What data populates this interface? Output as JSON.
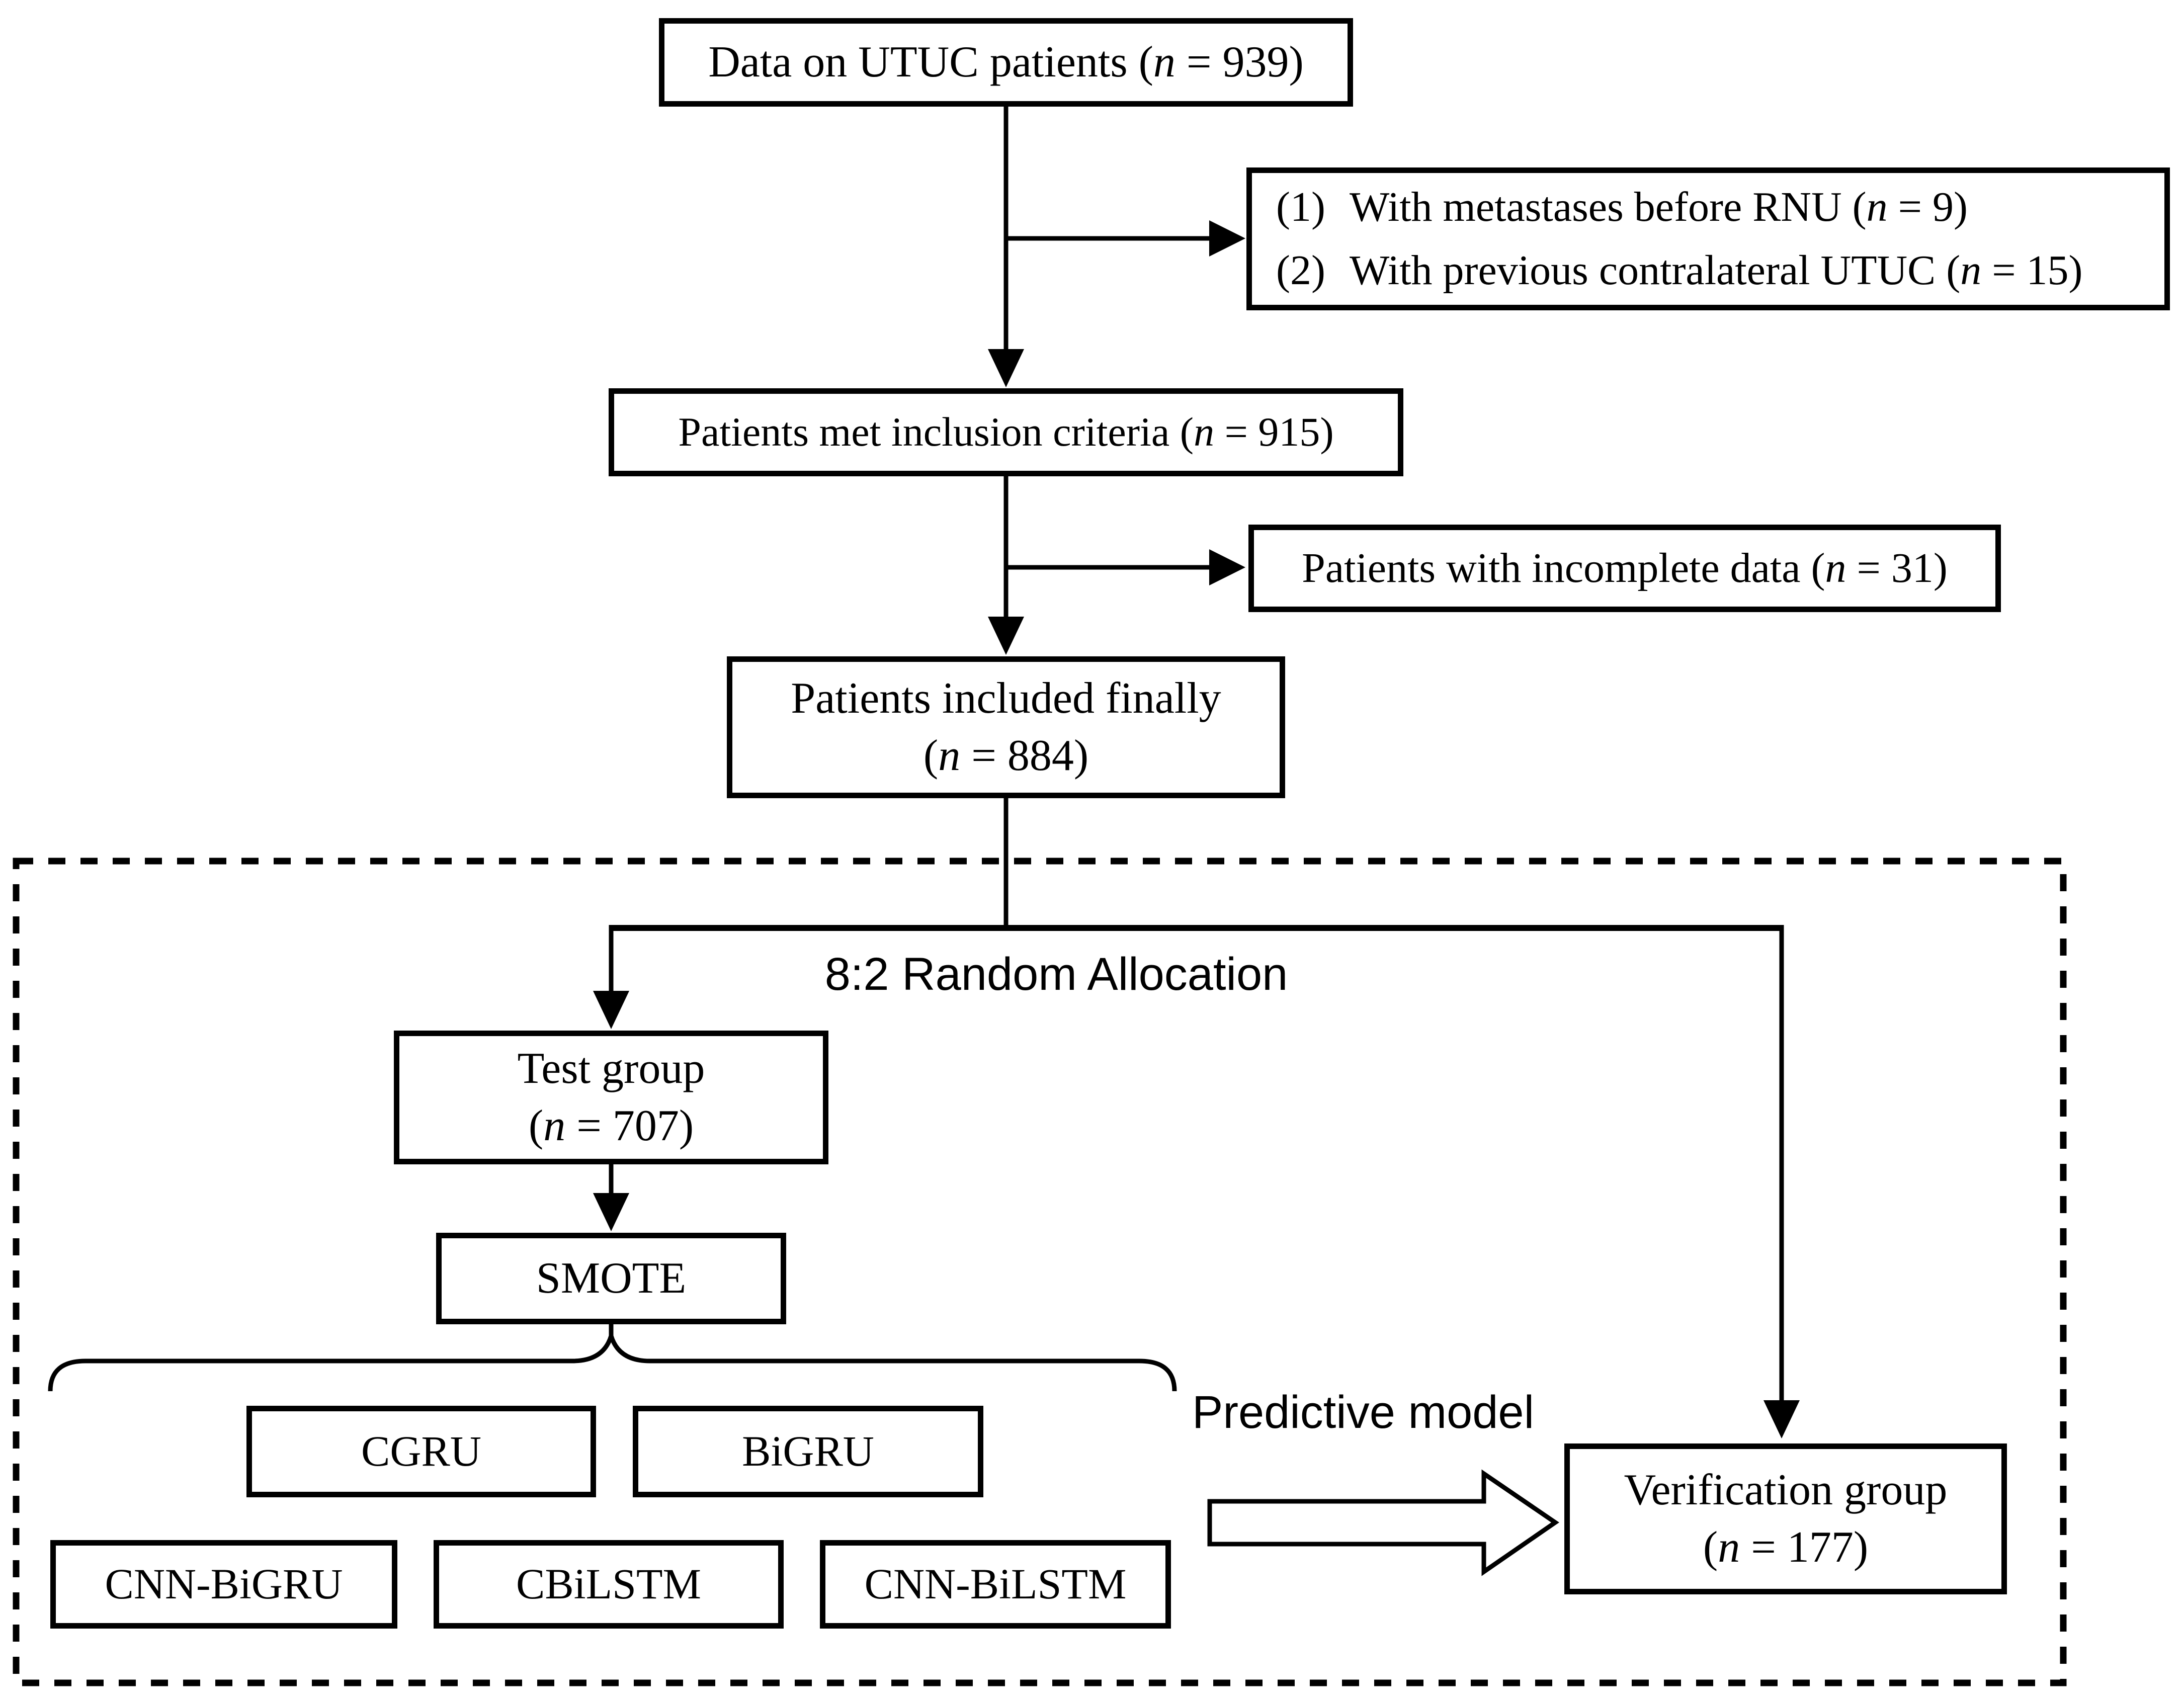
{
  "figure": {
    "background": "#ffffff",
    "line_color": "#000000"
  },
  "boxes": {
    "data_patients": {
      "pre": "Data on UTUC patients (",
      "var": "n",
      "post": " = 939)"
    },
    "exclusions": {
      "items": [
        {
          "num": "(1)",
          "pre": "With metastases before RNU (",
          "var": "n",
          "post": " = 9)"
        },
        {
          "num": "(2)",
          "pre": "With previous contralateral UTUC (",
          "var": "n",
          "post": " = 15)"
        }
      ]
    },
    "inclusion": {
      "pre": "Patients met inclusion criteria (",
      "var": "n",
      "post": " = 915)"
    },
    "incomplete": {
      "pre": "Patients with incomplete data (",
      "var": "n",
      "post": " = 31)"
    },
    "final": {
      "line1": "Patients included finally",
      "pre": "(",
      "var": "n",
      "post": " = 884)"
    },
    "test_group": {
      "line1": "Test group",
      "pre": "(",
      "var": "n",
      "post": " = 707)"
    },
    "smote": {
      "label": "SMOTE"
    },
    "models_row1": [
      {
        "label": "CGRU"
      },
      {
        "label": "BiGRU"
      }
    ],
    "models_row2": [
      {
        "label": "CNN-BiGRU"
      },
      {
        "label": "CBiLSTM"
      },
      {
        "label": "CNN-BiLSTM"
      }
    ],
    "verification": {
      "line1": "Verification group",
      "pre": "(",
      "var": "n",
      "post": " = 177)"
    }
  },
  "labels": {
    "allocation": "8:2 Random Allocation",
    "predictive_model": "Predictive model"
  }
}
